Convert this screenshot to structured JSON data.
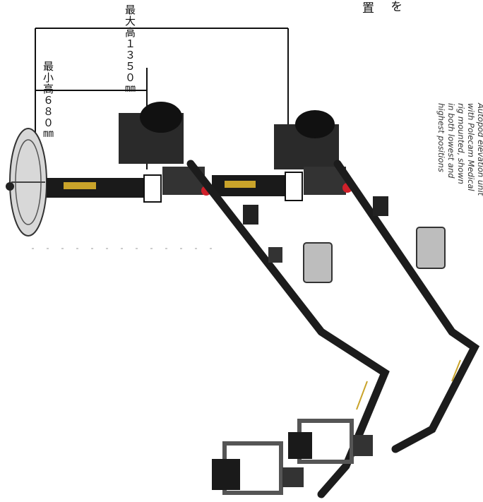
{
  "dimensions": {
    "max_height_label": "最大高１３５０㎜",
    "min_height_label": "最小高６８０㎜"
  },
  "corner_text": {
    "line1": "を",
    "line2": "置"
  },
  "caption": {
    "lines": [
      "Autopod elevation unit",
      "with Polecam Medical",
      "rig mounted, shown",
      "in both lowest and",
      "highest positions"
    ]
  },
  "product_photo": {
    "description_icon": "camera-crane-rig-photo",
    "colors": {
      "pole": "#1c1c1c",
      "accent": "#c9a32a",
      "red_knob": "#d0202a",
      "metal": "#9a9a9a"
    }
  }
}
